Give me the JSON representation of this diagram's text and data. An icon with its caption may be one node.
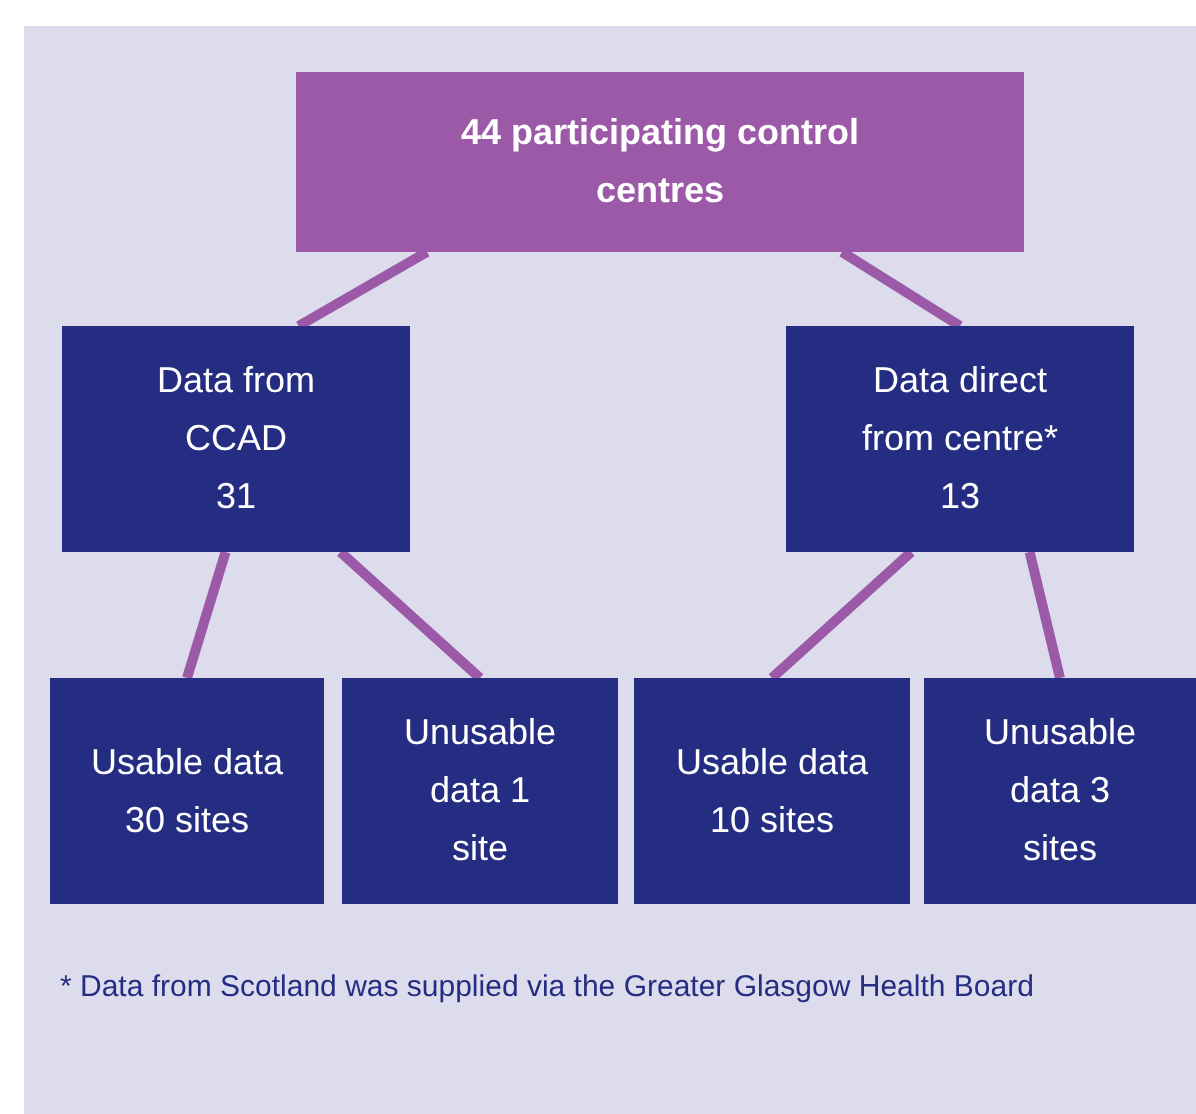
{
  "diagram": {
    "nodes": [
      {
        "text": [
          "44 participating control centres"
        ]
      },
      {
        "text": [
          "Data from CCAD",
          "31"
        ]
      },
      {
        "text": [
          "Data direct from centre*",
          "13"
        ]
      },
      {
        "text": [
          "Usable data 30 sites"
        ]
      },
      {
        "text": [
          "Unusable data 1 site"
        ]
      },
      {
        "text": [
          "Usable data 10 sites"
        ]
      },
      {
        "text": [
          "Unusable data 3 sites"
        ]
      }
    ],
    "edges": [
      {
        "from": 0,
        "to": 1,
        "arrow": "none"
      },
      {
        "from": 0,
        "to": 2,
        "arrow": "none"
      },
      {
        "from": 1,
        "to": 3,
        "arrow": "none"
      },
      {
        "from": 1,
        "to": 4,
        "arrow": "none"
      },
      {
        "from": 2,
        "to": 5,
        "arrow": "none"
      },
      {
        "from": 2,
        "to": 6,
        "arrow": "none"
      }
    ],
    "labels": [
      "* Data from Scotland was supplied via the Greater Glasgow Health Board"
    ]
  }
}
